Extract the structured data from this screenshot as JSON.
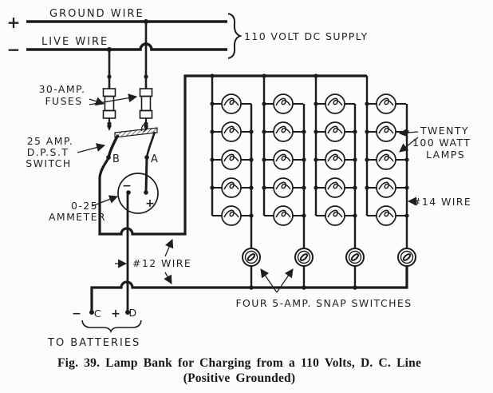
{
  "figure_caption": {
    "line1": "Fig. 39.  Lamp Bank for Charging from a 110 Volts, D. C. Line",
    "line2": "(Positive Grounded)"
  },
  "supply": {
    "plus_sign": "+",
    "minus_sign": "−",
    "ground_wire_label": "GROUND WIRE",
    "live_wire_label": "LIVE WIRE",
    "supply_label": "110 VOLT DC SUPPLY"
  },
  "fuses": {
    "label_line1": "30-AMP.",
    "label_line2": "FUSES",
    "count": 2
  },
  "dpst_switch": {
    "label_line1": "25 AMP.",
    "label_line2": "D.P.S.T",
    "label_line3": "SWITCH",
    "terminal_b": "B",
    "terminal_a": "A"
  },
  "ammeter": {
    "label_line1": "0-25",
    "label_line2": "AMMETER",
    "minus_terminal": "−",
    "plus_terminal": "+"
  },
  "lamp_bank": {
    "label_line1": "TWENTY",
    "label_line2": "100 WATT",
    "label_line3": "LAMPS",
    "columns": 4,
    "lamps_per_column": 5,
    "total_lamps": 20
  },
  "wire_gauges": {
    "wire14_label": "#14 WIRE",
    "wire12_label": "#12 WIRE"
  },
  "snap_switches": {
    "label": "FOUR 5-AMP. SNAP SWITCHES",
    "count": 4
  },
  "battery_terminals": {
    "minus_sign": "−",
    "terminal_c": "C",
    "plus_sign": "+",
    "terminal_d": "D",
    "label": "TO BATTERIES"
  }
}
